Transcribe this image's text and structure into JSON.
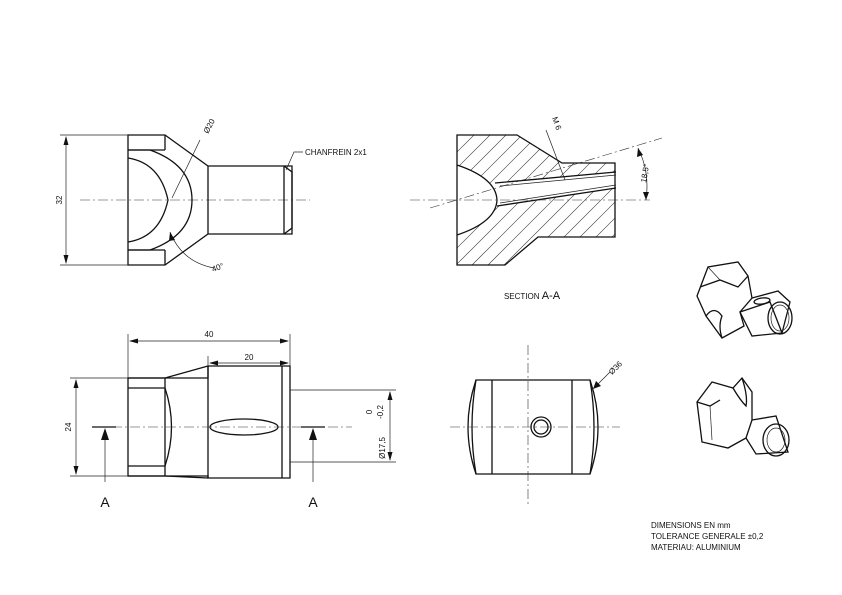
{
  "dimensions": {
    "height_32": "32",
    "dia_20": "Ø20",
    "chamfer": "CHANFREIN 2x1",
    "angle_40": "40°",
    "thread": "M 6",
    "angle_18_5": "18,5°",
    "length_40": "40",
    "length_20": "20",
    "height_24": "24",
    "dia_17_5": "Ø17,5",
    "tol_upper": "0",
    "tol_lower": "-0,2",
    "dia_36": "Ø36"
  },
  "section": {
    "prefix": "SECTION ",
    "name": "A-A",
    "marker_left": "A",
    "marker_right": "A"
  },
  "notes": {
    "line1": "DIMENSIONS EN mm",
    "line2": "TOLERANCE GENERALE ±0,2",
    "line3": "MATERIAU: ALUMINIUM"
  }
}
